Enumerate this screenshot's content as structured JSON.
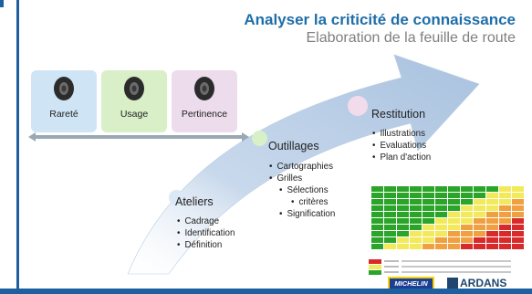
{
  "header": {
    "title": "Analyser la criticité de connaissance",
    "subtitle": "Elaboration de la feuille de route"
  },
  "cards": [
    {
      "label": "Rareté",
      "bg": "#cfe5f6"
    },
    {
      "label": "Usage",
      "bg": "#d8efc8"
    },
    {
      "label": "Pertinence",
      "bg": "#ecdcec"
    }
  ],
  "steps": {
    "ateliers": {
      "title": "Ateliers",
      "items": [
        "Cadrage",
        "Identification",
        "Définition"
      ]
    },
    "outillages": {
      "title": "Outillages",
      "items": [
        "Cartographies",
        "Grilles"
      ],
      "sub_items": [
        "Sélections",
        "critères"
      ],
      "after": [
        "Signification"
      ]
    },
    "restitution": {
      "title": "Restitution",
      "items": [
        "Illustrations",
        "Evaluations",
        "Plan d'action"
      ]
    }
  },
  "colors": {
    "accent": "#1f6ea8",
    "arrow": "#b8cde4",
    "dot_ateliers": "#dbe8f6",
    "dot_outillages": "#d8f0c6",
    "dot_restitution": "#f2dcec",
    "matrix_green": "#2aa52a",
    "matrix_yellow": "#f2ea5a",
    "matrix_orange": "#f0a040",
    "matrix_red": "#d82a2a"
  },
  "logos": {
    "michelin": "MICHELIN",
    "ardans": "ARDANS"
  }
}
